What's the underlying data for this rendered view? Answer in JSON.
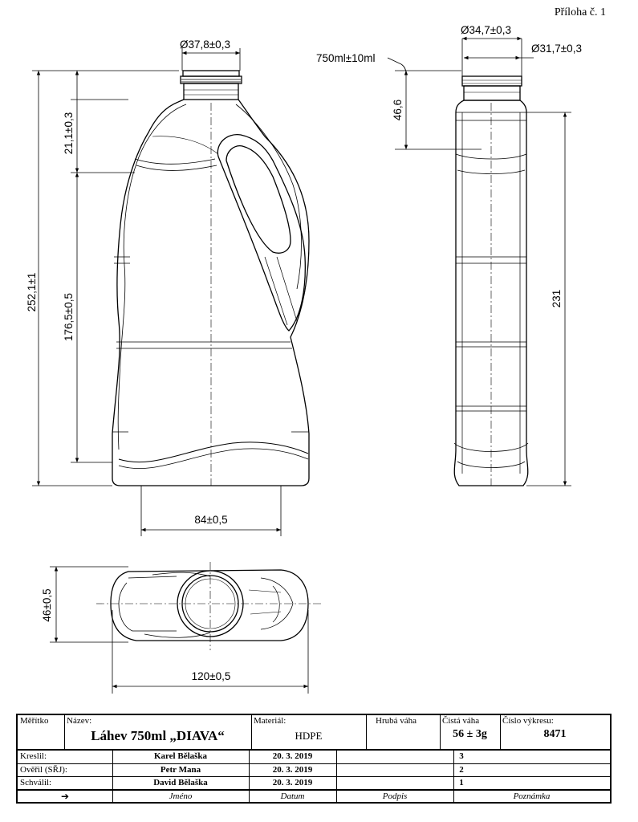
{
  "annex": "Příloha č. 1",
  "dimensions": {
    "neck_outer": "Ø37,8±0,3",
    "volume": "750ml±10ml",
    "side_neck_outer": "Ø34,7±0,3",
    "side_neck_inner": "Ø31,7±0,3",
    "total_height": "252,1±1",
    "neck_height": "21,1±0,3",
    "body_height": "176,5±0,5",
    "fill_level": "46,6",
    "side_height": "231",
    "width_front": "84±0,5",
    "depth_top": "46±0,5",
    "length_top": "120±0,5"
  },
  "title_block": {
    "scale_label": "Měřítko",
    "name_label": "Název:",
    "name_value": "Láhev 750ml „DIAVA“",
    "material_label": "Materiál:",
    "material_value": "HDPE",
    "gross_label": "Hrubá váha",
    "net_label": "Čistá váha",
    "net_value": "56 ± 3g",
    "drawing_no_label": "Číslo výkresu:",
    "drawing_no_value": "8471",
    "rows": [
      {
        "role": "Kreslil:",
        "name": "Karel Bělaška",
        "date": "20. 3. 2019",
        "note": "3"
      },
      {
        "role": "Ověřil (SŘJ):",
        "name": "Petr Mana",
        "date": "20. 3. 2019",
        "note": "2"
      },
      {
        "role": "Schválil:",
        "name": "David Bělaška",
        "date": "20. 3. 2019",
        "note": "1"
      }
    ],
    "footer": {
      "arrow": "➔",
      "name": "Jméno",
      "date": "Datum",
      "signature": "Podpis",
      "note": "Poznámka"
    }
  }
}
